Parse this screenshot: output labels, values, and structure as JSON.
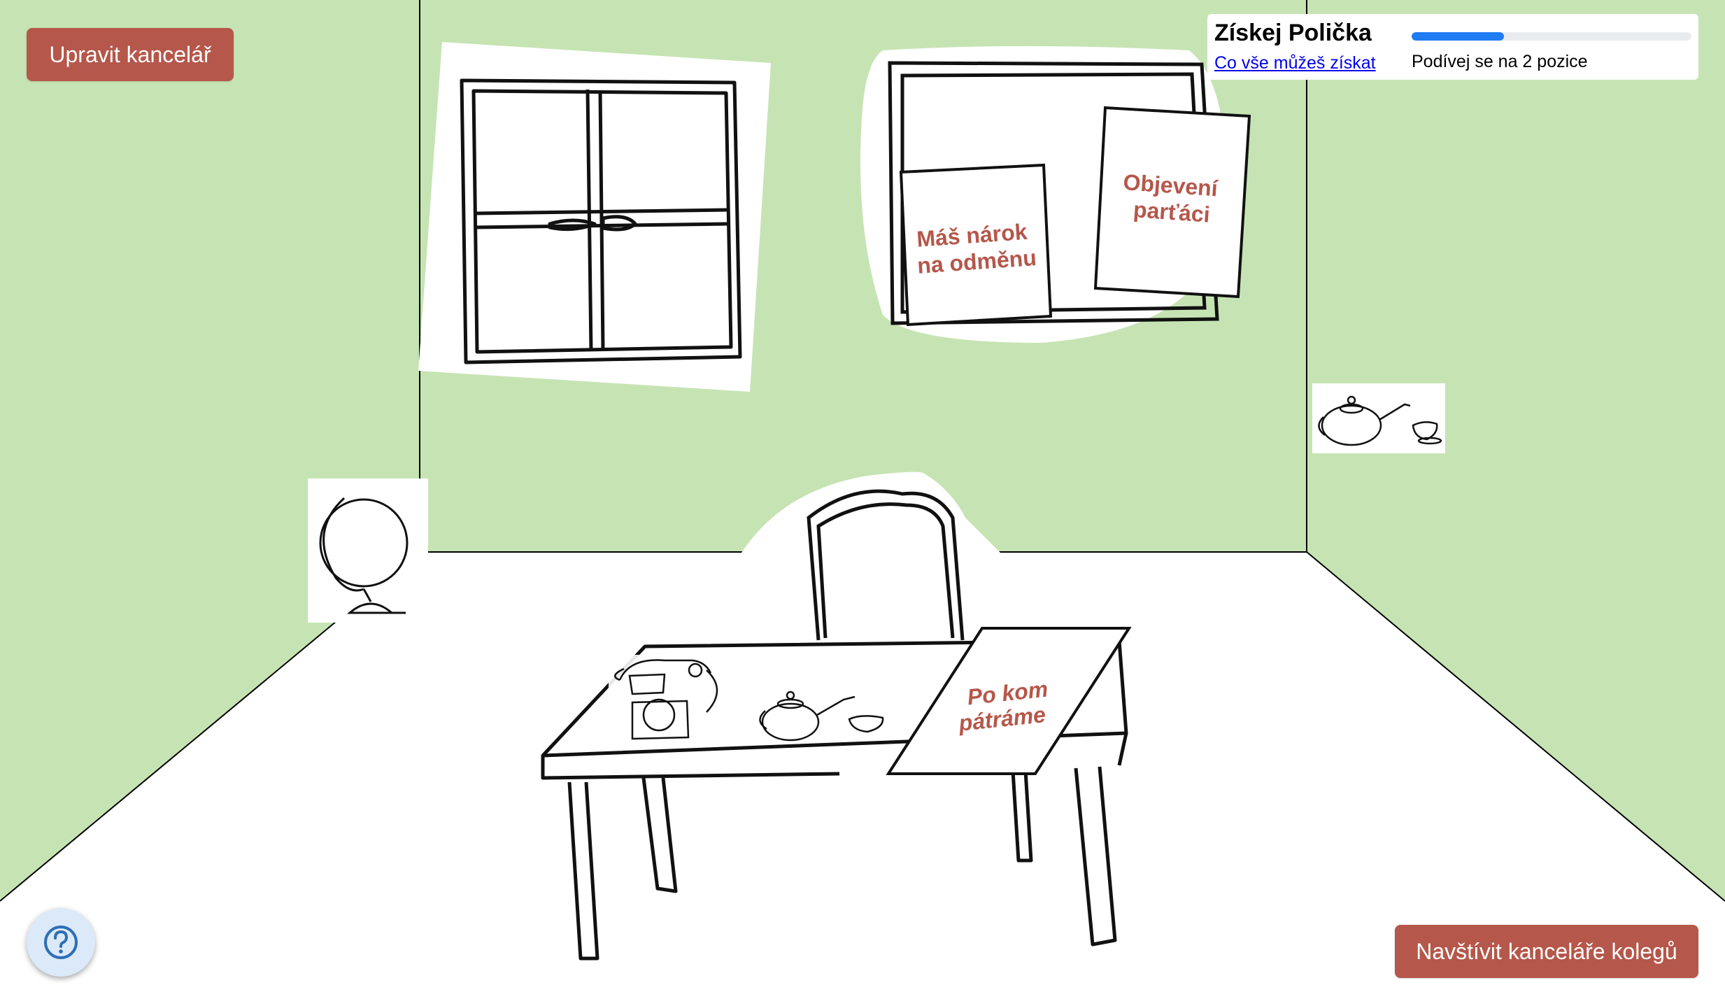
{
  "toolbar": {
    "edit_label": "Upravit kancelář",
    "visit_label": "Navštívit kanceláře kolegů"
  },
  "widget": {
    "title": "Získej Polička",
    "link_label": "Co vše můžeš získat",
    "hint": "Podívej se na 2 pozice",
    "progress": 0.33
  },
  "board": {
    "note_reward": [
      "Máš nárok",
      "na odměnu"
    ],
    "note_team": [
      "Objevení",
      "parťáci"
    ]
  },
  "desk": {
    "note_search": [
      "Po kom",
      "pátráme"
    ]
  },
  "colors": {
    "wall": "#c6e4b3",
    "accent": "#b5574a",
    "progress": "#1f7cf2",
    "help_icon": "#2f6fb3"
  },
  "icons": {
    "help": "question-circle-icon"
  }
}
